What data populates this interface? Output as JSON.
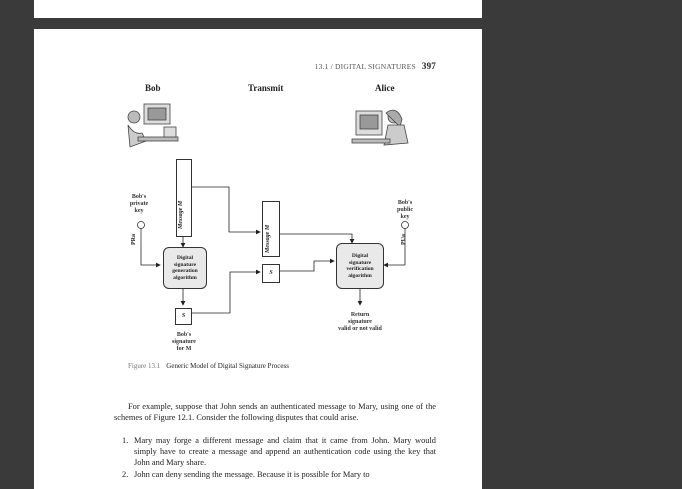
{
  "header": {
    "section": "13.1 / DIGITAL SIGNATURES",
    "page_number": "397"
  },
  "figure": {
    "columns": {
      "left": "Bob",
      "middle": "Transmit",
      "right": "Alice"
    },
    "message_label": "Message M",
    "sig_gen_box": "Digital\nsignature\ngeneration\nalgorithm",
    "sig_ver_box": "Digital\nsignature\nverification\nalgorithm",
    "private_key": "Bob's\nprivate\nkey",
    "public_key": "Bob's\npublic\nkey",
    "private_key_symbol": "PRa",
    "public_key_symbol": "PUa",
    "s_label": "S",
    "bob_signature": "Bob's\nsignature\nfor M",
    "return_label": "Return\nsignature\nvalid or not valid",
    "caption_number": "Figure 13.1",
    "caption_text": "Generic Model of Digital Signature Process"
  },
  "body": {
    "paragraph": "For example, suppose that John sends an authenticated message to Mary, using one of the schemes of Figure 12.1. Consider the following disputes that could arise.",
    "items": [
      {
        "num": "1.",
        "text": "Mary may forge a different message and claim that it came from John. Mary would simply have to create a message and append an authentication code using the key that John and Mary share."
      },
      {
        "num": "2.",
        "text": "John can deny sending the message. Because it is possible for Mary to"
      }
    ]
  }
}
